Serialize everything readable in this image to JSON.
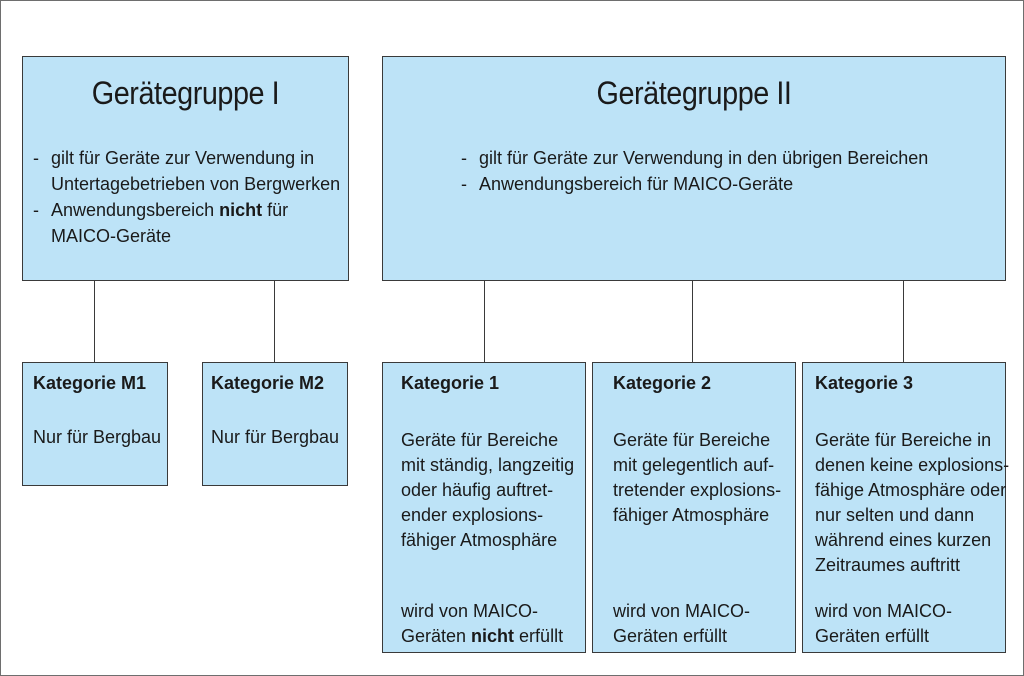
{
  "group1": {
    "title": "Gerätegruppe I",
    "bullet1": "gilt für Geräte zur Verwendung in Untertagebetrieben von Bergwerken",
    "bullet2_pre": "Anwendungsbereich ",
    "bullet2_bold": "nicht",
    "bullet2_post": " für MAICO-Geräte"
  },
  "group2": {
    "title": "Gerätegruppe II",
    "bullet1": "gilt für Geräte zur Verwendung in den übrigen Bereichen",
    "bullet2": "Anwendungsbereich für MAICO-Geräte"
  },
  "categories": {
    "m1": {
      "title": "Kategorie M1",
      "desc": "Nur für Bergbau"
    },
    "m2": {
      "title": "Kategorie M2",
      "desc": "Nur für Bergbau"
    },
    "k1": {
      "title": "Kategorie 1",
      "desc_lines": [
        "Geräte für Bereiche",
        "mit ständig, langzeitig",
        "oder häufig auftret-",
        "ender explosions-",
        "fähiger Atmosphäre"
      ],
      "status_line1": "wird von MAICO-",
      "status_line2_pre": "Geräten ",
      "status_line2_bold": "nicht",
      "status_line2_post": " erfüllt"
    },
    "k2": {
      "title": "Kategorie 2",
      "desc_lines": [
        "Geräte für Bereiche",
        "mit gelegentlich auf-",
        "tretender explosions-",
        "fähiger Atmosphäre"
      ],
      "status_line1": "wird von MAICO-",
      "status_line2": "Geräten erfüllt"
    },
    "k3": {
      "title": "Kategorie 3",
      "desc_lines": [
        "Geräte für Bereiche in",
        "denen keine explosions-",
        "fähige Atmosphäre oder",
        "nur selten und dann",
        "während eines kurzen",
        "Zeitraumes auftritt"
      ],
      "status_line1": "wird von MAICO-",
      "status_line2": "Geräten erfüllt"
    }
  }
}
